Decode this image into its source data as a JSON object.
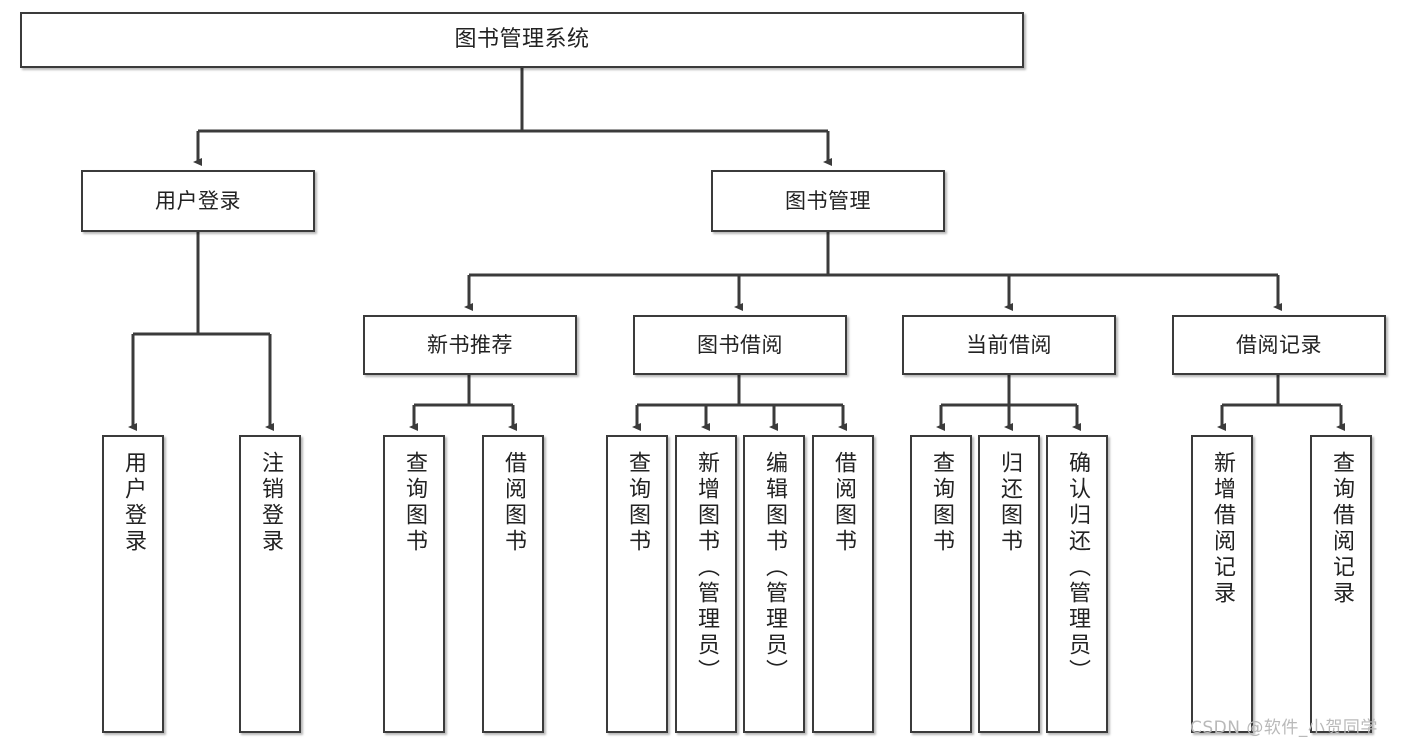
{
  "diagram": {
    "title": "图书管理系统",
    "type": "功能结构图",
    "watermark": "CSDN @软件_小贺同学",
    "colors": {
      "box_border": "#3b3b3b",
      "box_fill": "#ffffff",
      "edge": "#3b3b3b",
      "text": "#222222",
      "watermark": "#b9b9b9"
    },
    "root": {
      "id": "root",
      "label": "图书管理系统"
    },
    "level2": [
      {
        "id": "user-login",
        "label": "用户登录"
      },
      {
        "id": "book-manage",
        "label": "图书管理"
      }
    ],
    "level3": [
      {
        "id": "new-book-rec",
        "label": "新书推荐",
        "parent": "book-manage"
      },
      {
        "id": "book-borrow",
        "label": "图书借阅",
        "parent": "book-manage"
      },
      {
        "id": "current-borrow",
        "label": "当前借阅",
        "parent": "book-manage"
      },
      {
        "id": "borrow-record",
        "label": "借阅记录",
        "parent": "book-manage"
      }
    ],
    "leaves": [
      {
        "id": "leaf-user-login",
        "label": "用户登录",
        "parent": "user-login"
      },
      {
        "id": "leaf-logout",
        "label": "注销登录",
        "parent": "user-login"
      },
      {
        "id": "leaf-query-book-1",
        "label": "查询图书",
        "parent": "new-book-rec"
      },
      {
        "id": "leaf-borrow-book-1",
        "label": "借阅图书",
        "parent": "new-book-rec"
      },
      {
        "id": "leaf-query-book-2",
        "label": "查询图书",
        "parent": "book-borrow"
      },
      {
        "id": "leaf-add-book",
        "label": "新增图书（管理员）",
        "parent": "book-borrow"
      },
      {
        "id": "leaf-edit-book",
        "label": "编辑图书（管理员）",
        "parent": "book-borrow"
      },
      {
        "id": "leaf-borrow-book-2",
        "label": "借阅图书",
        "parent": "book-borrow"
      },
      {
        "id": "leaf-query-book-3",
        "label": "查询图书",
        "parent": "current-borrow"
      },
      {
        "id": "leaf-return-book",
        "label": "归还图书",
        "parent": "current-borrow"
      },
      {
        "id": "leaf-confirm-return",
        "label": "确认归还（管理员）",
        "parent": "current-borrow"
      },
      {
        "id": "leaf-add-record",
        "label": "新增借阅记录",
        "parent": "borrow-record"
      },
      {
        "id": "leaf-query-record",
        "label": "查询借阅记录",
        "parent": "borrow-record"
      }
    ]
  }
}
